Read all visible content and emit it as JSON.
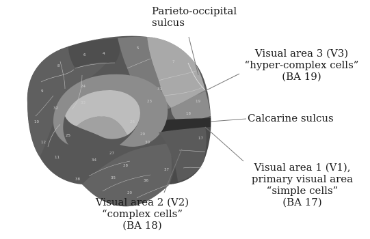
{
  "labels": {
    "parieto_occipital": [
      "Parieto-occipital",
      "sulcus"
    ],
    "v3": [
      "Visual area 3 (V3)",
      "“hyper-complex cells”",
      "(BA 19)"
    ],
    "calcarine": [
      "Calcarine sulcus"
    ],
    "v1": [
      "Visual area 1 (V1),",
      "primary visual area",
      "“simple cells”",
      "(BA 17)"
    ],
    "v2": [
      "Visual area 2 (V2)",
      "“complex cells”",
      "(BA 18)"
    ]
  },
  "region_numbers": [
    "4",
    "6",
    "8",
    "9",
    "5",
    "7",
    "31",
    "23",
    "24",
    "32",
    "10",
    "33",
    "25",
    "11",
    "12",
    "26",
    "29",
    "30",
    "19",
    "18",
    "17",
    "27",
    "28",
    "34",
    "35",
    "36",
    "20",
    "38",
    "37"
  ],
  "colors": {
    "cortex_dark": "#575757",
    "cortex_mid": "#6f6f6f",
    "precuneus_light": "#a9a9a9",
    "cingulate": "#8c8c8c",
    "calcarine_band": "#2e2e2e",
    "corpus_callosum": "#bdbdbd",
    "leader_line": "#7a7a7a"
  }
}
